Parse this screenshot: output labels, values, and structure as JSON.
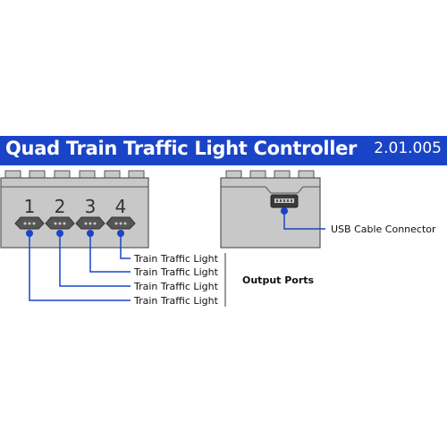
{
  "header": {
    "title": "Quad Train Traffic Light Controller",
    "version": "2.01.005"
  },
  "left_block": {
    "port_numbers": [
      "1",
      "2",
      "3",
      "4"
    ]
  },
  "callouts": {
    "ports": [
      {
        "label": "Train Traffic Light"
      },
      {
        "label": "Train Traffic Light"
      },
      {
        "label": "Train Traffic Light"
      },
      {
        "label": "Train Traffic Light"
      }
    ],
    "group_label": "Output Ports",
    "usb_label": "USB Cable Connector"
  },
  "colors": {
    "title_bg": "#1a44c8",
    "brick": "#c8c8c8",
    "brick_stroke": "#555555",
    "port": "#555555",
    "leader": "#1a44c8",
    "dot": "#1a44c8"
  }
}
